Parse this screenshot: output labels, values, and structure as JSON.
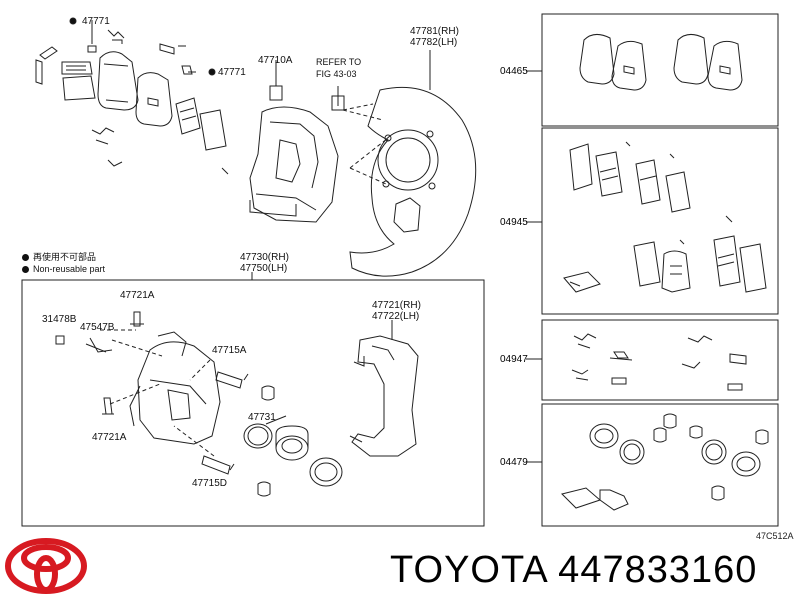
{
  "labels": {
    "p47771_top": "47771",
    "p47771_mid": "47771",
    "p47710A": "47710A",
    "refer_line1": "REFER TO",
    "refer_line2": "FIG 43-03",
    "p47781_rh": "47781(RH)",
    "p47782_lh": "47782(LH)",
    "legend_reusable_jp": "再使用不可部品",
    "legend_nonreusable": "Non-reusable part",
    "p47730_rh": "47730(RH)",
    "p47750_lh": "47750(LH)",
    "p47721A_top": "47721A",
    "p31478B": "31478B",
    "p47547B": "47547B",
    "p47715A": "47715A",
    "p47721_rh": "47721(RH)",
    "p47722_lh": "47722(LH)",
    "p47731": "47731",
    "p47721A_bottom": "47721A",
    "p47715D": "47715D"
  },
  "kits": {
    "k04465": "04465",
    "k04945": "04945",
    "k04947": "04947",
    "k04479": "04479"
  },
  "figure_ref": "47C512A",
  "brand_text": "TOYOTA 447833160",
  "colors": {
    "logo_red": "#d71a21",
    "line": "#222222"
  }
}
